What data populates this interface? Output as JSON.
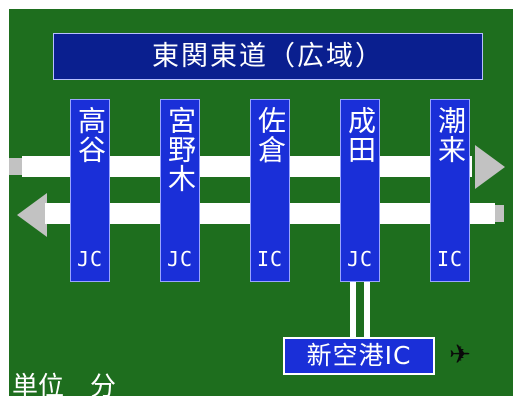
{
  "title": "東関東道（広域）",
  "interchanges": [
    {
      "name": "高谷",
      "type": "JC"
    },
    {
      "name": "宮野木",
      "type": "JC"
    },
    {
      "name": "佐倉",
      "type": "IC"
    },
    {
      "name": "成田",
      "type": "JC"
    },
    {
      "name": "潮来",
      "type": "IC"
    }
  ],
  "branch_label": "新空港IC",
  "airport_icon": "airplane-icon",
  "unit_label": "単位　分",
  "colors": {
    "background": "#1e6e1e",
    "title_bar": "#0a1f8f",
    "ic_box": "#1a2fd8",
    "road": "#ffffff",
    "arrow": "#c2c2c2"
  }
}
